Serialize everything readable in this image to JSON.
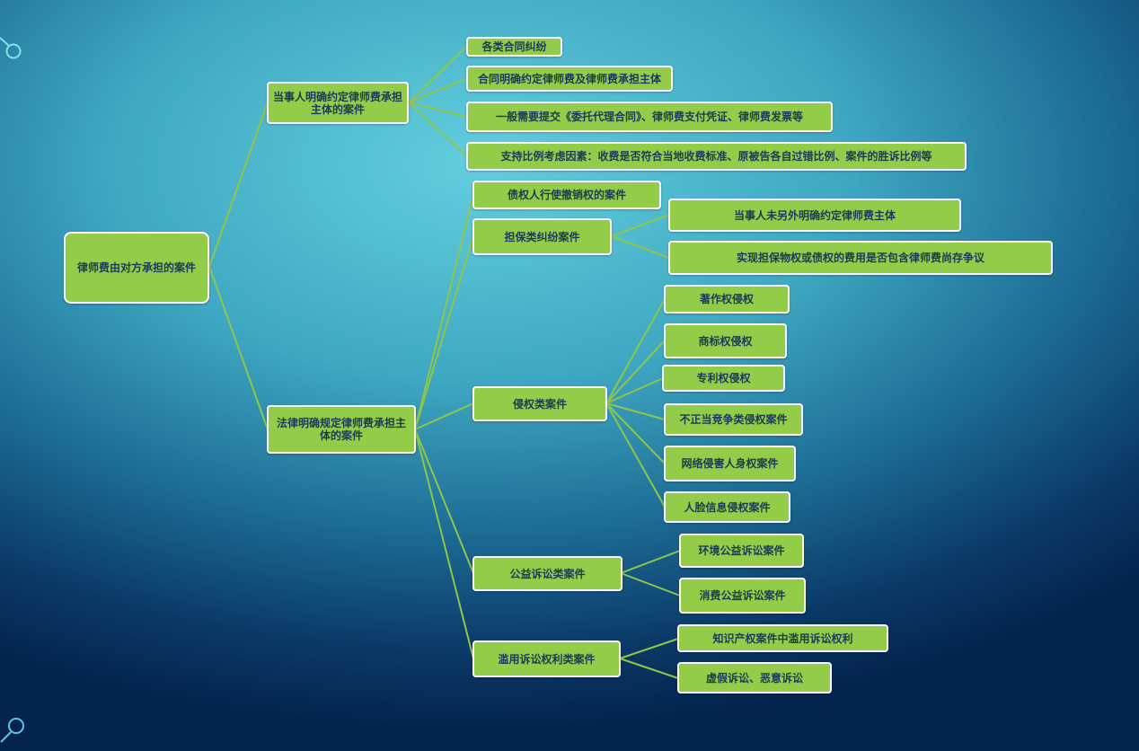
{
  "diagram": {
    "root": {
      "label": "律师费由对方承担的案件"
    },
    "branch_agreed": {
      "label": "当事人明确约定律师费承担主体的案件",
      "children": [
        "各类合同纠纷",
        "合同明确约定律师费及律师费承担主体",
        "一般需要提交《委托代理合同》、律师费支付凭证、律师费发票等",
        "支持比例考虑因素：收费是否符合当地收费标准、原被告各自过错比例、案件的胜诉比例等"
      ]
    },
    "branch_statutory": {
      "label": "法律明确规定律师费承担主体的案件",
      "creditor": {
        "label": "债权人行使撤销权的案件"
      },
      "guarantee": {
        "label": "担保类纠纷案件",
        "children": [
          "当事人未另外明确约定律师费主体",
          "实现担保物权或债权的费用是否包含律师费尚存争议"
        ]
      },
      "tort": {
        "label": "侵权类案件",
        "children": [
          "著作权侵权",
          "商标权侵权",
          "专利权侵权",
          "不正当竞争类侵权案件",
          "网络侵害人身权案件",
          "人脸信息侵权案件"
        ]
      },
      "public_interest": {
        "label": "公益诉讼类案件",
        "children": [
          "环境公益诉讼案件",
          "消费公益诉讼案件"
        ]
      },
      "abuse": {
        "label": "滥用诉讼权利类案件",
        "children": [
          "知识产权案件中滥用诉讼权利",
          "虚假诉讼、恶意诉讼"
        ]
      }
    }
  },
  "colors": {
    "node_fill": "#92cc48",
    "node_border": "#ffffff",
    "node_text": "#1c3a57",
    "connector": "#8fc64a",
    "background_light": "#63cede",
    "background_dark": "#04244e"
  }
}
